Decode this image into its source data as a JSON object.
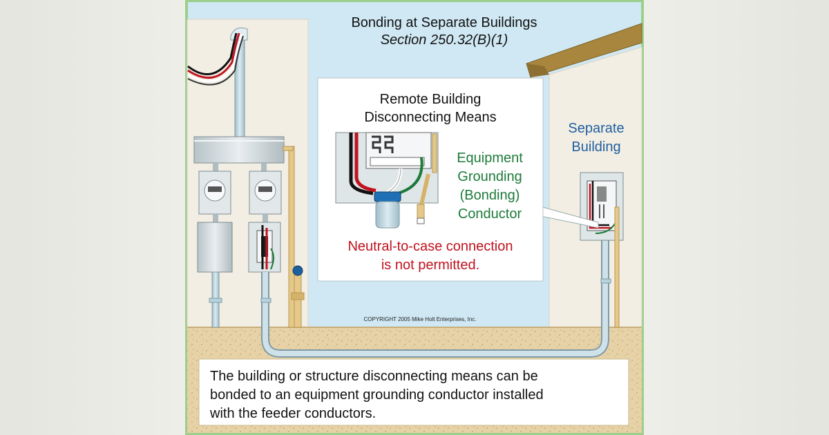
{
  "title": "Bonding at Separate Buildings",
  "subtitle": "Section 250.32(B)(1)",
  "callout": {
    "title_line1": "Remote Building",
    "title_line2": "Disconnecting Means",
    "egc_line1": "Equipment",
    "egc_line2": "Grounding",
    "egc_line3": "(Bonding)",
    "egc_line4": "Conductor",
    "warning_line1": "Neutral-to-case connection",
    "warning_line2": "is not permitted."
  },
  "separate_building": {
    "line1": "Separate",
    "line2": "Building"
  },
  "copyright": "COPYRIGHT 2005  Mike Holt Enterprises, Inc.",
  "caption": {
    "line1": "The building or structure disconnecting means can be",
    "line2": "bonded to an equipment grounding conductor installed",
    "line3": "with the feeder conductors."
  },
  "colors": {
    "sky": "#cfe8f3",
    "frame_green": "#9ccf8b",
    "wall": "#f2eee4",
    "ground": "#e3cfa2",
    "conduit": "#b9d3dd",
    "egc_green": "#1d7a3a",
    "warning_red": "#c1121f",
    "label_blue": "#1f5f9e",
    "roof": "#a8863e"
  }
}
